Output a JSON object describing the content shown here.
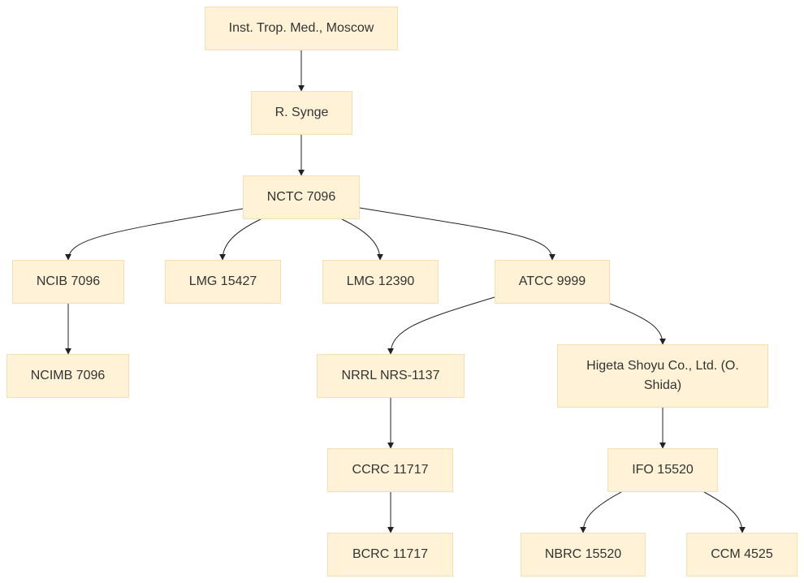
{
  "nodes": {
    "inst_trop_med": "Inst. Trop. Med., Moscow",
    "r_synge": "R. Synge",
    "nctc_7096": "NCTC 7096",
    "ncib_7096": "NCIB 7096",
    "lmg_15427": "LMG 15427",
    "lmg_12390": "LMG 12390",
    "atcc_9999": "ATCC 9999",
    "ncimb_7096": "NCIMB 7096",
    "nrrl_nrs_1137": "NRRL NRS-1137",
    "higeta_shoyu": "Higeta Shoyu Co., Ltd. (O. Shida)",
    "ccrc_11717": "CCRC 11717",
    "ifo_15520": "IFO 15520",
    "bcrc_11717": "BCRC 11717",
    "nbrc_15520": "NBRC 15520",
    "ccm_4525": "CCM 4525"
  },
  "edges": [
    [
      "inst_trop_med",
      "r_synge"
    ],
    [
      "r_synge",
      "nctc_7096"
    ],
    [
      "nctc_7096",
      "ncib_7096"
    ],
    [
      "nctc_7096",
      "lmg_15427"
    ],
    [
      "nctc_7096",
      "lmg_12390"
    ],
    [
      "nctc_7096",
      "atcc_9999"
    ],
    [
      "ncib_7096",
      "ncimb_7096"
    ],
    [
      "atcc_9999",
      "nrrl_nrs_1137"
    ],
    [
      "atcc_9999",
      "higeta_shoyu"
    ],
    [
      "nrrl_nrs_1137",
      "ccrc_11717"
    ],
    [
      "ccrc_11717",
      "bcrc_11717"
    ],
    [
      "higeta_shoyu",
      "ifo_15520"
    ],
    [
      "ifo_15520",
      "nbrc_15520"
    ],
    [
      "ifo_15520",
      "ccm_4525"
    ]
  ],
  "colors": {
    "node_fill": "#fff2d6",
    "node_border": "#f2dfb3",
    "text": "#333333",
    "edge": "#222222"
  }
}
